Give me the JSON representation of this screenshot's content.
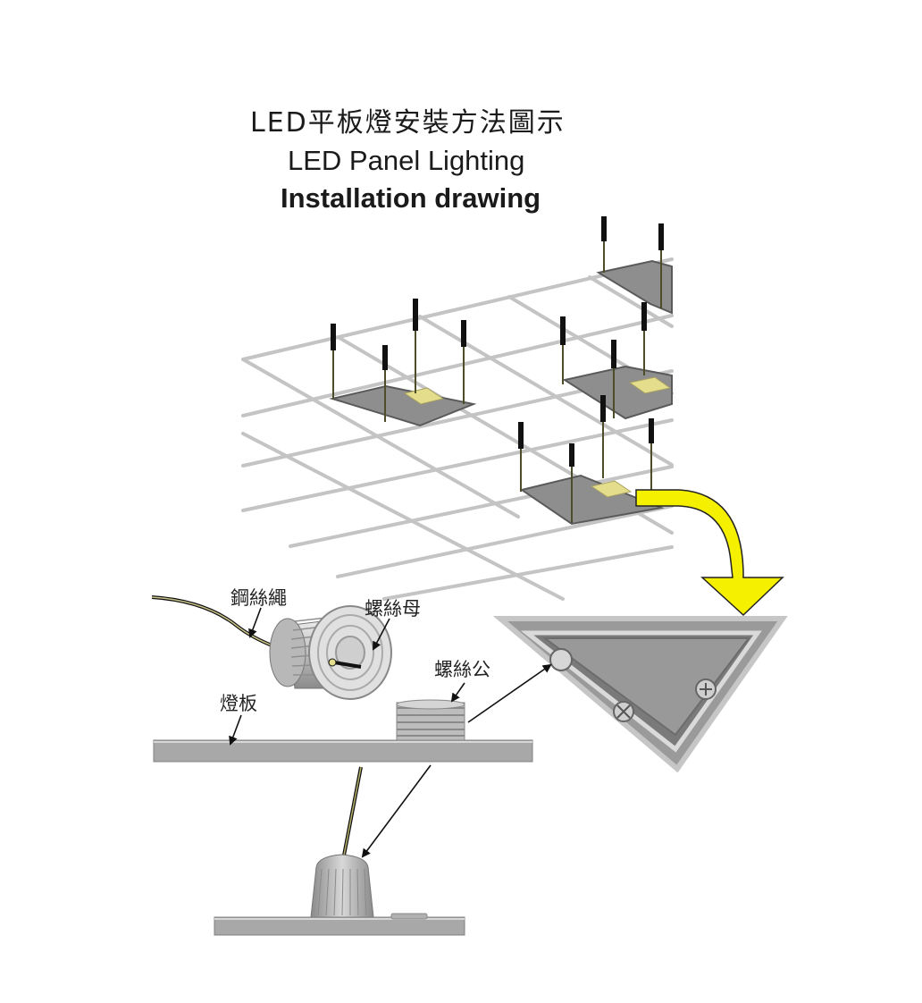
{
  "title": {
    "zh": "LED平板燈安裝方法圖示",
    "en_line1": "LED  Panel Lighting",
    "en_line2": "Installation drawing"
  },
  "labels": {
    "steel_wire": "鋼絲繩",
    "nut": "螺絲母",
    "screw": "螺絲公",
    "panel": "燈板"
  },
  "colors": {
    "arrow_fill": "#f5f000",
    "panel_fill": "#8c8c8c",
    "rail": "#c8c8c8",
    "emitter": "#e3dd8c"
  }
}
